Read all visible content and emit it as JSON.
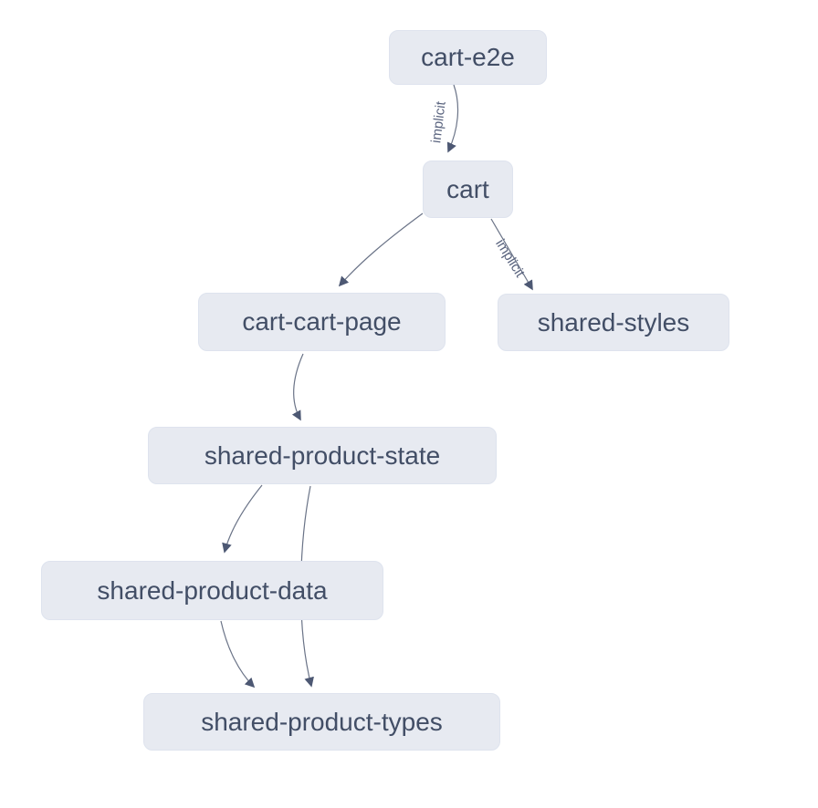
{
  "diagram": {
    "type": "dependency-graph",
    "nodes": [
      {
        "id": "cart-e2e",
        "label": "cart-e2e"
      },
      {
        "id": "cart",
        "label": "cart"
      },
      {
        "id": "cart-cart-page",
        "label": "cart-cart-page"
      },
      {
        "id": "shared-styles",
        "label": "shared-styles"
      },
      {
        "id": "shared-product-state",
        "label": "shared-product-state"
      },
      {
        "id": "shared-product-data",
        "label": "shared-product-data"
      },
      {
        "id": "shared-product-types",
        "label": "shared-product-types"
      }
    ],
    "edges": [
      {
        "from": "cart-e2e",
        "to": "cart",
        "label": "implicit"
      },
      {
        "from": "cart",
        "to": "cart-cart-page",
        "label": ""
      },
      {
        "from": "cart",
        "to": "shared-styles",
        "label": "implicit"
      },
      {
        "from": "cart-cart-page",
        "to": "shared-product-state",
        "label": ""
      },
      {
        "from": "shared-product-state",
        "to": "shared-product-data",
        "label": ""
      },
      {
        "from": "shared-product-state",
        "to": "shared-product-types",
        "label": ""
      },
      {
        "from": "shared-product-data",
        "to": "shared-product-types",
        "label": ""
      }
    ],
    "colors": {
      "background": "#ffffff",
      "node_fill": "#e7eaf1",
      "node_border": "#dee3ee",
      "node_text": "#424e66",
      "edge_stroke": "#6a7387",
      "arrow_fill": "#4d5873",
      "edge_label_text": "#59637e"
    }
  }
}
